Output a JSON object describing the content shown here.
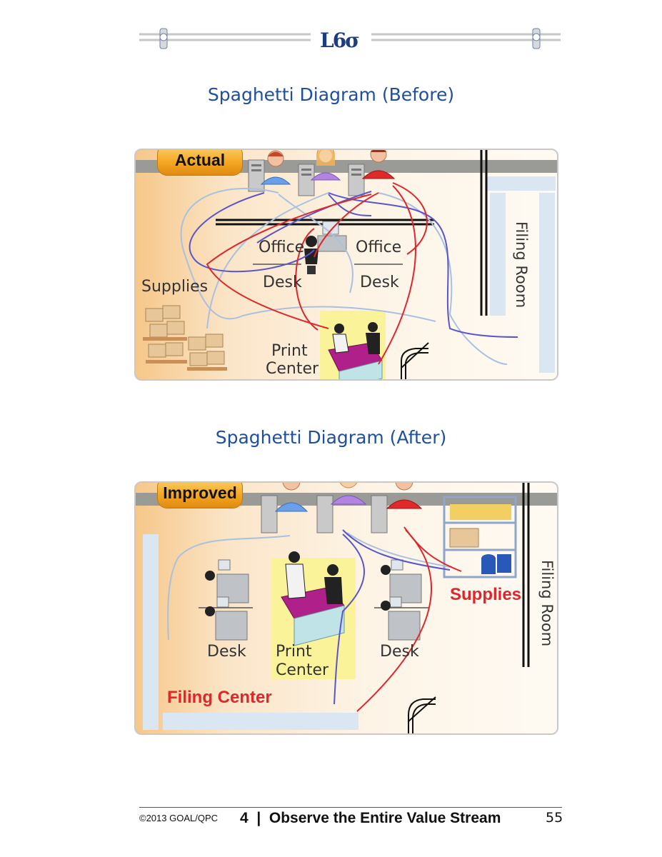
{
  "header": {
    "logo_text": "L6σ"
  },
  "before": {
    "title": "Spaghetti Diagram (Before)",
    "badge": "Actual",
    "labels": {
      "office_left": "Office",
      "desk_left": "Desk",
      "office_right": "Office",
      "desk_right": "Desk",
      "supplies": "Supplies",
      "print_line1": "Print",
      "print_line2": "Center",
      "filing_room": "Filing Room"
    }
  },
  "after": {
    "title": "Spaghetti Diagram (After)",
    "badge": "Improved",
    "labels": {
      "desk_left": "Desk",
      "print_line1": "Print",
      "print_line2": "Center",
      "desk_right": "Desk",
      "supplies": "Supplies",
      "filing_center": "Filing Center",
      "filing_room": "Filing Room"
    }
  },
  "footer": {
    "copyright": "©2013 GOAL/QPC",
    "chapter": "4  |  Observe the Entire Value Stream",
    "page_number": "55"
  },
  "colors": {
    "title_blue": "#1e4fa0",
    "path_red": "#e0262b",
    "path_purple": "#5a55c8",
    "path_lightblue": "#a9c1e0",
    "badge_orange": "#f4a925",
    "print_center_yellow": "#fbf39a"
  }
}
